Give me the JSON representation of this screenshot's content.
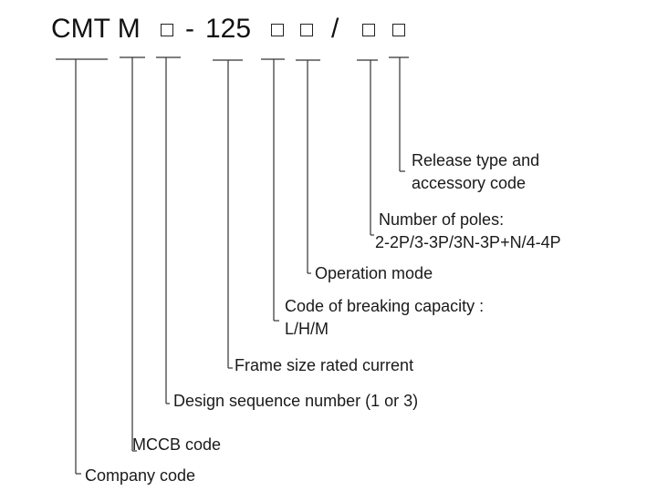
{
  "model_code": {
    "prefix": "CMT M",
    "dash": "-",
    "frame_size": "125",
    "slash": "/"
  },
  "labels": {
    "release_type": [
      "Release type and",
      "accessory code"
    ],
    "number_of_poles": [
      "Number of poles:",
      "2-2P/3-3P/3N-3P+N/4-4P"
    ],
    "operation_mode": "Operation mode",
    "breaking_capacity": [
      "Code of breaking capacity :",
      "L/H/M"
    ],
    "frame_size_rated_current": "Frame size rated current",
    "design_sequence": "Design sequence number (1 or 3)",
    "mccb_code": "MCCB code",
    "company_code": "Company code"
  },
  "colors": {
    "text": "#1a1a1a",
    "lines": "#333333",
    "background": "#ffffff"
  }
}
